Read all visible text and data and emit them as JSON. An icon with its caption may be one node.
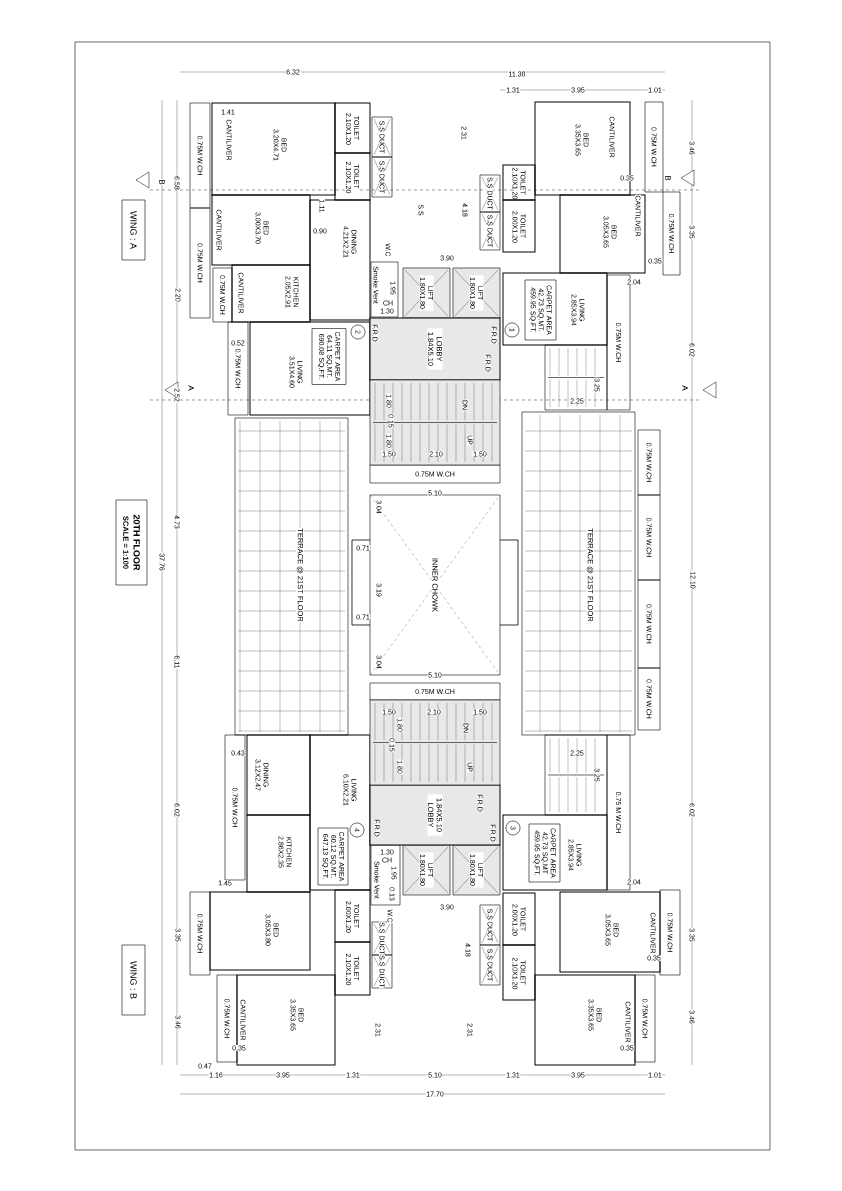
{
  "diagram": {
    "nodes": [
      {
        "text": [
          "WING : A"
        ]
      },
      {
        "text": [
          "20TH FLOOR",
          "SCALE = 1:100"
        ]
      },
      {
        "text": [
          "WING : B"
        ]
      },
      {
        "text": [
          "BED 3.20X4.71"
        ]
      },
      {
        "text": [
          "BED 3.00X3.70"
        ]
      },
      {
        "text": [
          "TOILET 2.10X1.20"
        ]
      },
      {
        "text": [
          "TOILET 2.10X1.20"
        ]
      },
      {
        "text": [
          "DINING 4.21X2.21"
        ]
      },
      {
        "text": [
          "KITCHEN 2.05X2.91"
        ]
      },
      {
        "text": [
          "LIVING 3.51X4.60"
        ]
      },
      {
        "text": [
          "CARPET AREA 64.11 SQ.MT. 690.08 SQ.FT."
        ],
        "in": 9
      },
      {
        "text": [
          "2"
        ],
        "in": 9
      },
      {
        "text": [
          "0.75M W.CH"
        ]
      },
      {
        "text": [
          "0.75M W.CH"
        ]
      },
      {
        "text": [
          "0.75M W.CH"
        ]
      },
      {
        "text": [
          "0.75M W.CH"
        ]
      },
      {
        "text": [
          "S.S DUCT"
        ]
      },
      {
        "text": [
          "S.S DUCT"
        ]
      },
      {
        "text": [
          "Smoke Vent"
        ]
      },
      {
        "text": [
          "LIFT 1.80X1.80"
        ]
      },
      {
        "text": [
          "LIFT 1.80X1.80"
        ]
      },
      {
        "text": [
          "LOBBY 1.84X5.10"
        ]
      },
      {
        "text": [
          "S.S DUCT"
        ]
      },
      {
        "text": [
          "S.S DUCT"
        ]
      },
      {
        "text": [
          "BED 3.35X3.65"
        ]
      },
      {
        "text": [
          "BED 3.05X3.65"
        ]
      },
      {
        "text": [
          "TOILET 2.10X1.20"
        ]
      },
      {
        "text": [
          "TOILET 2.00X1.20"
        ]
      },
      {
        "text": [
          "LIVING 2.85X3.94"
        ]
      },
      {
        "text": [
          "CARPET AREA 42.73 SQ.MT. 459.95 SQ.FT."
        ],
        "in": 28
      },
      {
        "text": [
          "1"
        ],
        "in": 28
      },
      {
        "text": [
          "0.75M W.CH"
        ]
      },
      {
        "text": [
          "0.75M W.CH"
        ]
      },
      {
        "text": [
          "0.75M W.CH"
        ]
      },
      {
        "text": [
          "TERRACE @ 21ST FLOOR"
        ]
      },
      {
        "text": [
          "TERRACE @ 21ST FLOOR"
        ]
      },
      {
        "text": [
          "INNER CHOWK"
        ]
      },
      {
        "text": [
          "0.75M W.CH"
        ]
      },
      {
        "text": [
          "0.75M W.CH"
        ]
      },
      {
        "text": [
          "0.75M W.CH"
        ]
      },
      {
        "text": [
          "0.75M W.CH"
        ]
      },
      {
        "text": [
          "0.75M W.CH"
        ]
      },
      {
        "text": [
          "0.75M W.CH"
        ]
      },
      {
        "text": [
          "DINING 3.12X2.47"
        ]
      },
      {
        "text": [
          "LIVING 6.10X2.21"
        ]
      },
      {
        "text": [
          "KITCHEN 2.86X2.35"
        ]
      },
      {
        "text": [
          "CARPET AREA 60.12 SQ.MT. 647.13 SQ.FT."
        ],
        "in": 44
      },
      {
        "text": [
          "4"
        ],
        "in": 44
      },
      {
        "text": [
          "BED 3.05X3.80"
        ]
      },
      {
        "text": [
          "BED 3.35X3.65"
        ]
      },
      {
        "text": [
          "TOILET 2.00X1.20"
        ]
      },
      {
        "text": [
          "TOILET 2.10X1.20"
        ]
      },
      {
        "text": [
          "0.75M W.CH"
        ]
      },
      {
        "text": [
          "0.75M W.CH"
        ]
      },
      {
        "text": [
          "0.75M W.CH"
        ]
      },
      {
        "text": [
          "S.S DUCT"
        ]
      },
      {
        "text": [
          "S.S DUCT"
        ]
      },
      {
        "text": [
          "Smoke Vent"
        ]
      },
      {
        "text": [
          "LIFT 1.80X1.80"
        ]
      },
      {
        "text": [
          "LIFT 1.80X1.80"
        ]
      },
      {
        "text": [
          "1.84X5.10 LOBBY"
        ]
      },
      {
        "text": [
          "S.S DUCT"
        ]
      },
      {
        "text": [
          "S.S DUCT"
        ]
      },
      {
        "text": [
          "LIVING 2.85X3.94"
        ]
      },
      {
        "text": [
          "CARPET AREA 42.73 SQ.MT 459.95 SQ.FT."
        ],
        "in": 63
      },
      {
        "text": [
          "3"
        ],
        "in": 63
      },
      {
        "text": [
          "BED 3.05X3.65"
        ]
      },
      {
        "text": [
          "BED 3.35X3.65"
        ]
      },
      {
        "text": [
          "TOILET 2.00X1.20"
        ]
      },
      {
        "text": [
          "TOILET 2.10X1.20"
        ]
      },
      {
        "text": [
          "0.75 M W.CH"
        ]
      },
      {
        "text": [
          "0.75M W.CH"
        ]
      },
      {
        "text": [
          "0.75M W.CH"
        ]
      },
      {
        "text": [],
        "shape": "stairs"
      },
      {
        "text": [],
        "shape": "stairs"
      },
      {
        "text": [],
        "shape": "stairs"
      },
      {
        "text": [],
        "shape": "stairs"
      }
    ],
    "labels": [
      "6.32",
      "11.38",
      "1.31",
      "3.95",
      "1.01",
      "1.41",
      "CANTILIVER",
      "6.58",
      "B",
      "B",
      "CANTILIVER",
      "0.35",
      "3.46",
      "2.31",
      "1.11",
      "0.90",
      "CANTILIVER",
      "S.S",
      "4.18",
      "CANTILIVER",
      "0.35",
      "3.35",
      "2.04",
      "3.90",
      "W.C",
      "1.95",
      "CH",
      "1.30",
      "CANTILIVER",
      "2.20",
      "F.R.D",
      "F.R.D",
      "F.R.D",
      "0.52",
      "6.02",
      "A",
      "2.52",
      "A",
      "3.25",
      "2.25",
      "1.80",
      "0.15",
      "1.80",
      "DN",
      "UP",
      "1.50",
      "2.10",
      "1.50",
      "5.10",
      "3.04",
      "4.73",
      "37.76",
      "12.10",
      "0.71",
      "3.19",
      "0.71",
      "6.11",
      "3.04",
      "5.10",
      "1.50",
      "2.10",
      "1.50",
      "1.80",
      "0.15",
      "1.80",
      "DN",
      "UP",
      "0.43",
      "2.25",
      "3.25",
      "6.02",
      "F.R.D",
      "6.02",
      "F.R.D",
      "F.R.D",
      "1.30",
      "CH",
      "1.95",
      "0.13",
      "W.C",
      "3.90",
      "1.45",
      "2.04",
      "3.35",
      "3.35",
      "4.18",
      "CANTILIVER",
      "0.35",
      "CANTILIVER",
      "3.46",
      "3.46",
      "2.31",
      "2.31",
      "CANTILIVER",
      "0.35",
      "0.35",
      "0.47",
      "1.16",
      "3.95",
      "1.31",
      "5.10",
      "1.31",
      "3.95",
      "1.01",
      "17.70"
    ]
  }
}
